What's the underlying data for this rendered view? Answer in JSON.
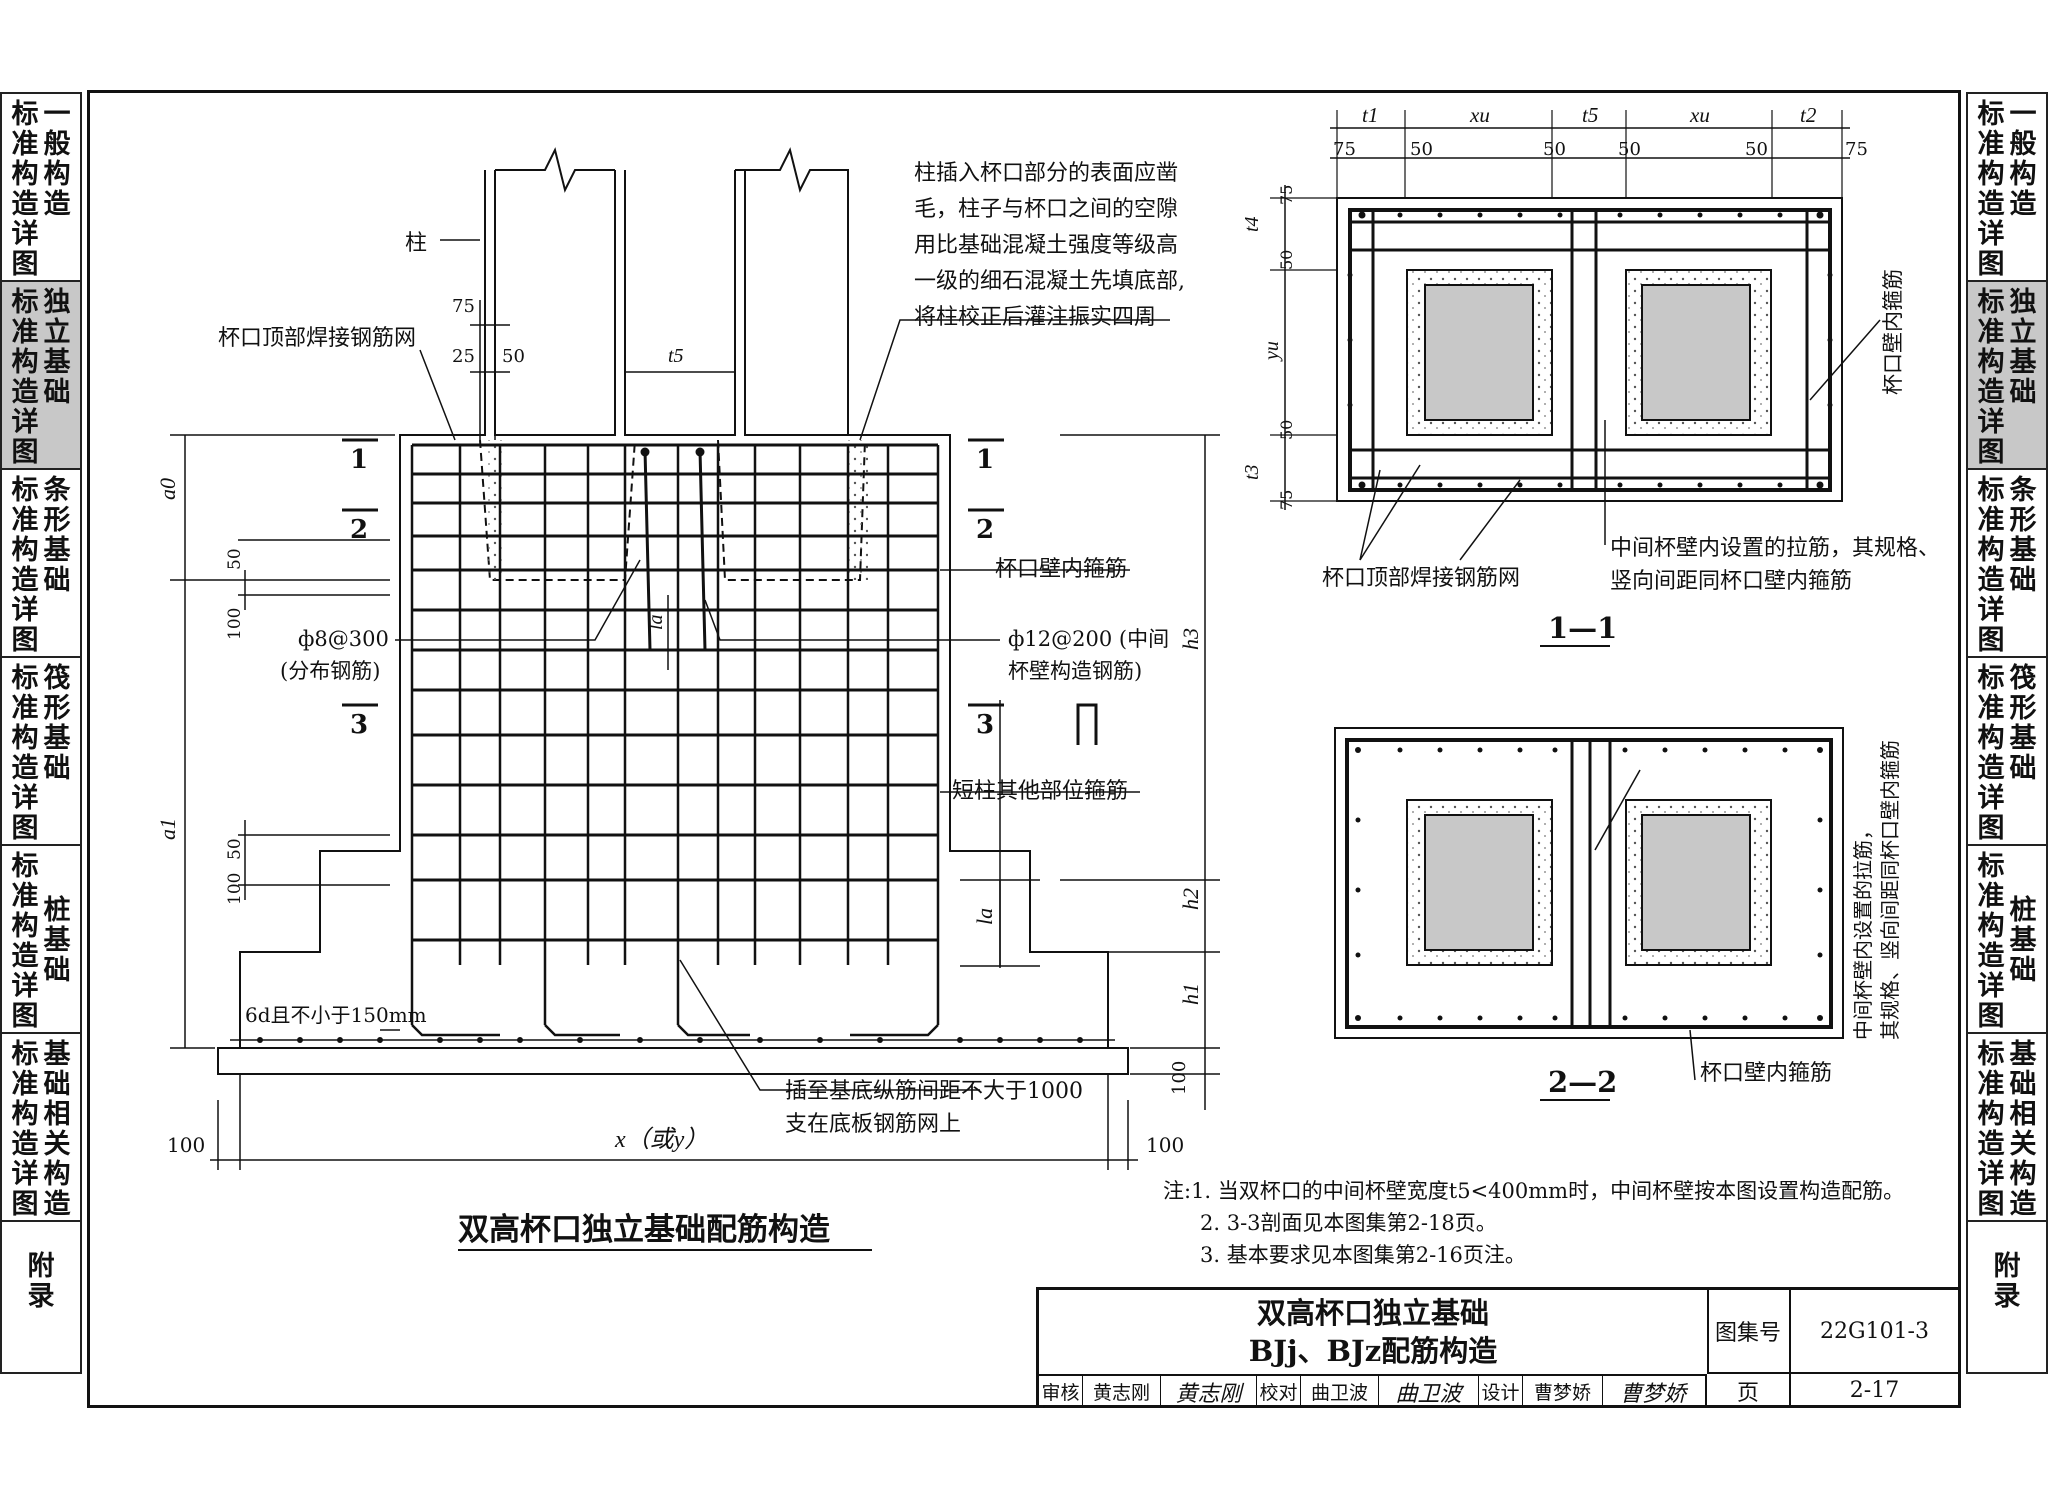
{
  "side_tabs": {
    "left": [
      {
        "col1": "标准构造详图",
        "col2": "一般构造",
        "active": false
      },
      {
        "col1": "标准构造详图",
        "col2": "独立基础",
        "active": true
      },
      {
        "col1": "标准构造详图",
        "col2": "条形基础",
        "active": false
      },
      {
        "col1": "标准构造详图",
        "col2": "筏形基础",
        "active": false
      },
      {
        "col1": "标准构造详图",
        "col2": "桩基础",
        "active": false
      },
      {
        "col1": "标准构造详图",
        "col2": "基础相关构造",
        "active": false
      },
      {
        "col1": "附录",
        "col2": "",
        "active": false
      }
    ]
  },
  "main_drawing": {
    "title": "双高杯口独立基础配筋构造",
    "labels": {
      "column": "柱",
      "cup_top_mesh": "杯口顶部焊接钢筋网",
      "column_note": [
        "柱插入杯口部分的表面应凿",
        "毛，柱子与杯口之间的空隙",
        "用比基础混凝土强度等级高",
        "一级的细石混凝土先填底部,",
        "将柱校正后灌注振实四周"
      ],
      "cup_wall_stirrup": "杯口壁内箍筋",
      "dist_bar": "ф8@300",
      "dist_bar_note": "(分布钢筋)",
      "middle_bar": "ф12@200 (中间",
      "middle_bar_note": "杯壁构造钢筋)",
      "short_column_stirrup": "短柱其他部位箍筋",
      "anchor": "6d且不小于150mm",
      "insert_note": [
        "插至基底纵筋间距不大于1000",
        "支在底板钢筋网上"
      ],
      "width": "x（或y）",
      "sec1": "1",
      "sec2": "2",
      "sec3": "3",
      "la": "la",
      "a0": "a0",
      "a1": "a1",
      "h1": "h1",
      "h2": "h2",
      "h3": "h3",
      "t5": "t5",
      "d75": "75",
      "d25": "25",
      "d50": "50",
      "d100": "100"
    }
  },
  "section_1_1": {
    "title": "1—1",
    "dims_top": [
      "t1",
      "xu",
      "t5",
      "xu",
      "t2"
    ],
    "dims_sub": [
      "75",
      "50",
      "50",
      "50",
      "50",
      "75"
    ],
    "dims_left": [
      "t4",
      "75",
      "50",
      "yu",
      "50",
      "t3",
      "75"
    ],
    "label_mesh": "杯口顶部焊接钢筋网",
    "label_tie": [
      "中间杯壁内设置的拉筋，其规格、",
      "竖向间距同杯口壁内箍筋"
    ],
    "label_stirrup": "杯口壁内箍筋"
  },
  "section_2_2": {
    "title": "2—2",
    "label_tie_vertical": [
      "中间杯壁内设置的拉筋，",
      "其规格、竖向间距同杯口壁内箍筋"
    ],
    "label_stirrup": "杯口壁内箍筋"
  },
  "notes": [
    "注:1. 当双杯口的中间杯壁宽度t5<400mm时，中间杯壁按本图设置构造配筋。",
    "2. 3-3剖面见本图集第2-18页。",
    "3. 基本要求见本图集第2-16页注。"
  ],
  "title_block": {
    "title_line1": "双高杯口独立基础",
    "title_line2": "BJj、BJz配筋构造",
    "atlas_label": "图集号",
    "atlas_no": "22G101-3",
    "page_label": "页",
    "page_no": "2-17",
    "review_label": "审核",
    "reviewer": "黄志刚",
    "reviewer_sig": "黄志刚",
    "check_label": "校对",
    "checker": "曲卫波",
    "checker_sig": "曲卫波",
    "design_label": "设计",
    "designer": "曹梦娇",
    "designer_sig": "曹梦娇"
  }
}
